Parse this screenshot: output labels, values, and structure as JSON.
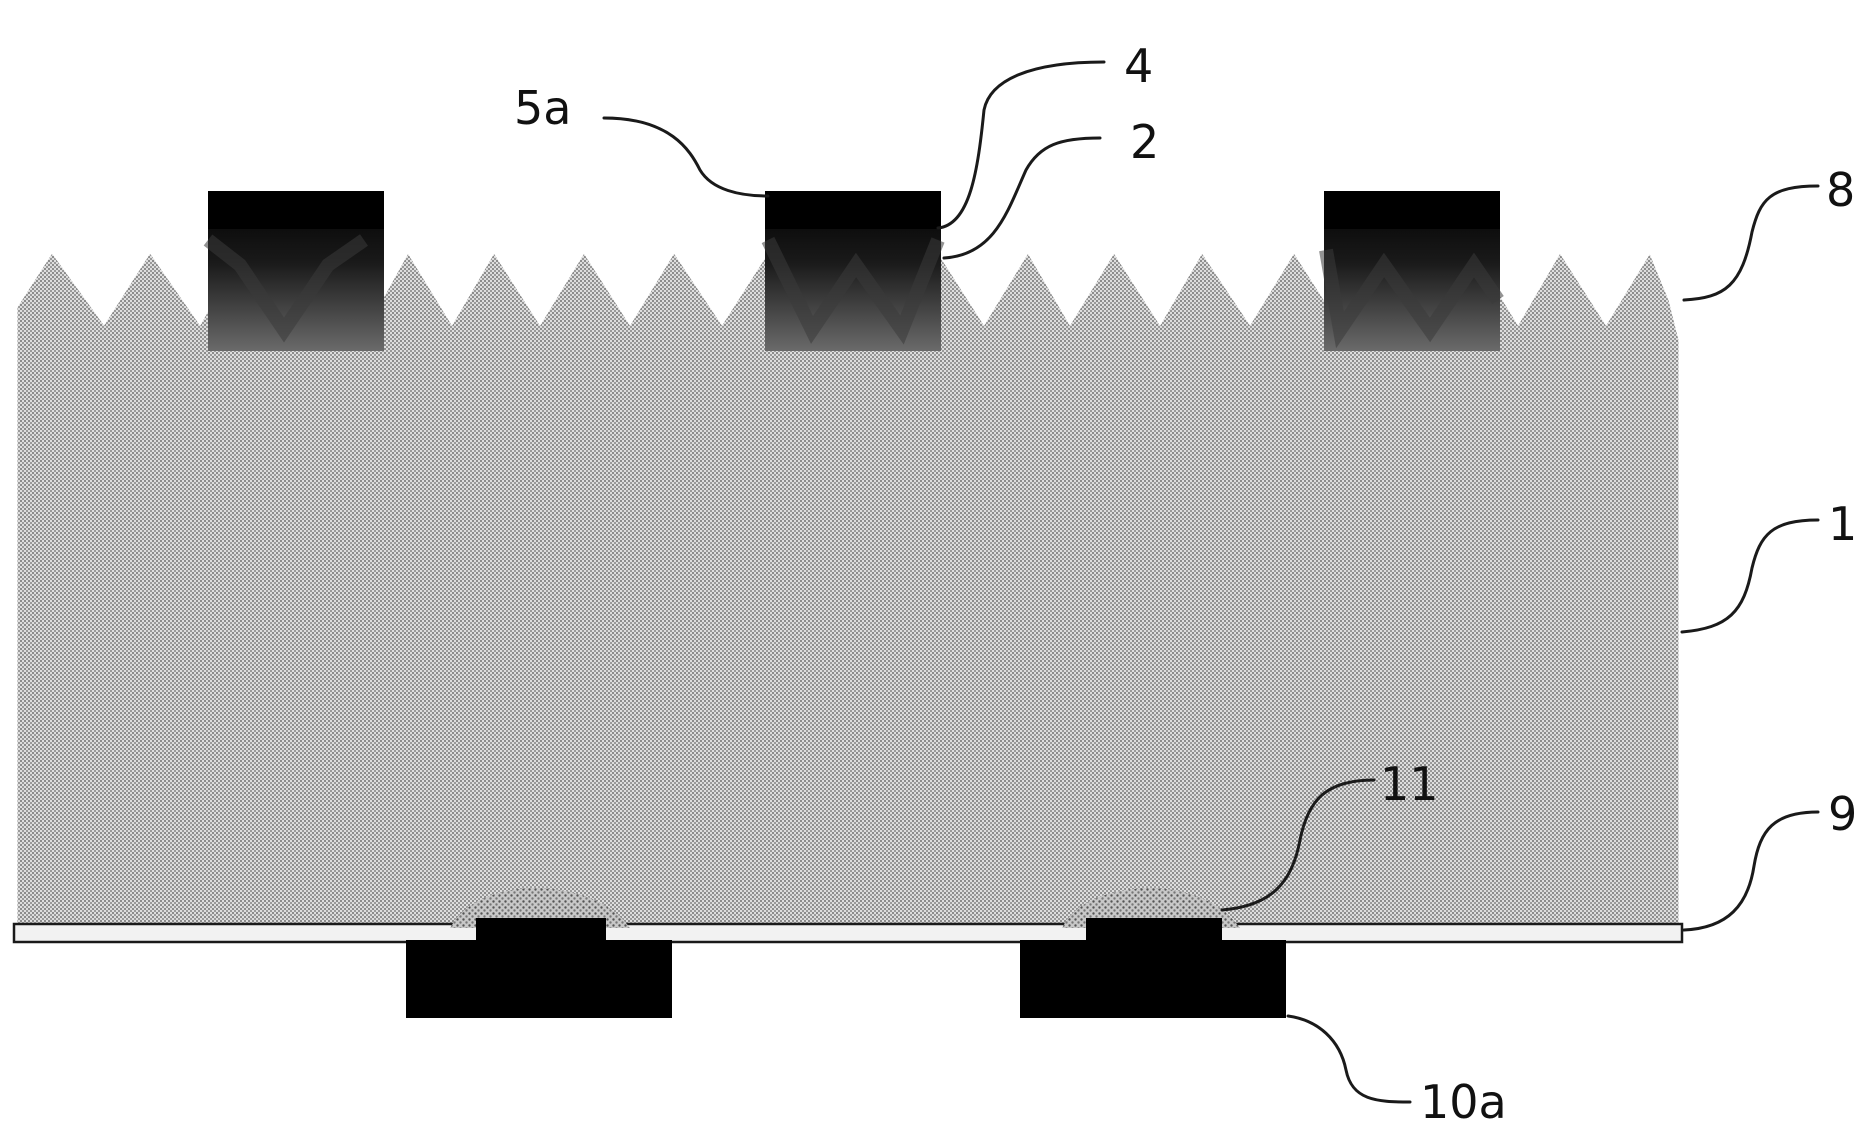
{
  "figure": {
    "labels": {
      "finger_electrode": "5a",
      "electrode_layer_4": "4",
      "electrode_layer_2": "2",
      "front_textured_surface": "8",
      "substrate": "1",
      "rear_contact_region": "11",
      "rear_passivation_layer": "9",
      "rear_electrode": "10a"
    },
    "colors": {
      "substrate_dots": "#8c8c8c",
      "substrate_base": "#dcdcdc",
      "electrode": "#000000",
      "gradient_mid": "#4a4a4a",
      "rear_layer": "#f2f2f2",
      "outline": "#1a1a1a"
    }
  }
}
